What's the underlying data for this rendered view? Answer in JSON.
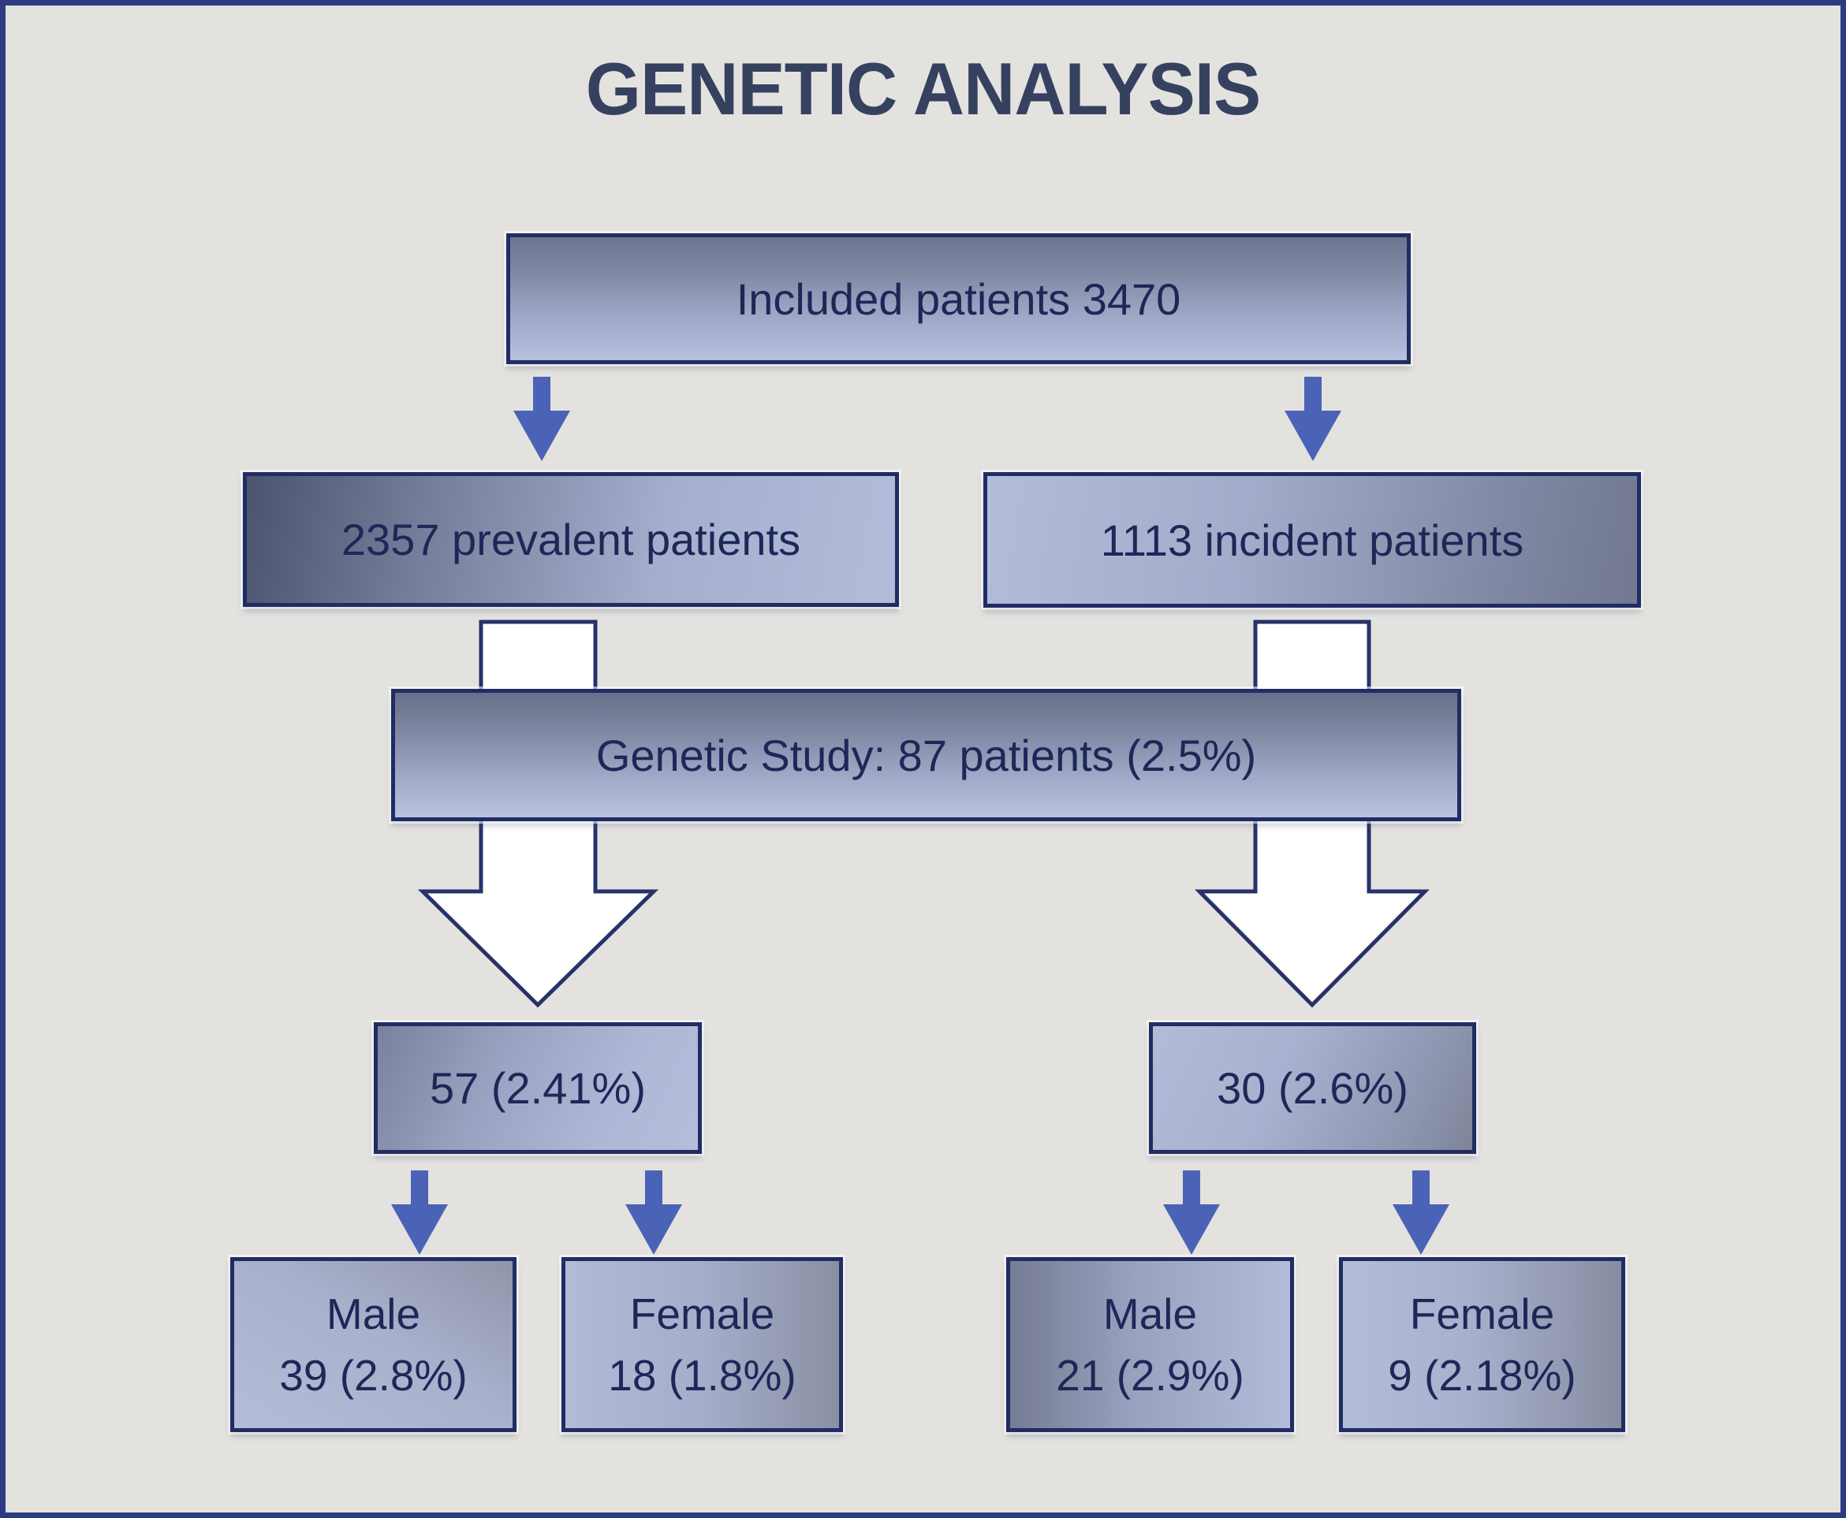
{
  "figure": {
    "title": "GENETIC ANALYSIS",
    "background_color": "#e3e2df",
    "frame_border_color": "#2e3a82",
    "box_border_color": "#202c63",
    "text_color": "#1d2758",
    "arrow_blue": "#4a63b6",
    "block_arrow_fill": "#ffffff"
  },
  "nodes": {
    "included": {
      "label": "Included patients 3470"
    },
    "prevalent": {
      "label": "2357 prevalent patients"
    },
    "incident": {
      "label": "1113 incident patients"
    },
    "genetic_study": {
      "label": "Genetic Study: 87 patients (2.5%)"
    },
    "prevalent_genetic": {
      "label": "57 (2.41%)"
    },
    "incident_genetic": {
      "label": "30 (2.6%)"
    },
    "prevalent_male": {
      "line1": "Male",
      "line2": "39 (2.8%)"
    },
    "prevalent_female": {
      "line1": "Female",
      "line2": "18 (1.8%)"
    },
    "incident_male": {
      "line1": "Male",
      "line2": "21 (2.9%)"
    },
    "incident_female": {
      "line1": "Female",
      "line2": "9 (2.18%)"
    }
  }
}
